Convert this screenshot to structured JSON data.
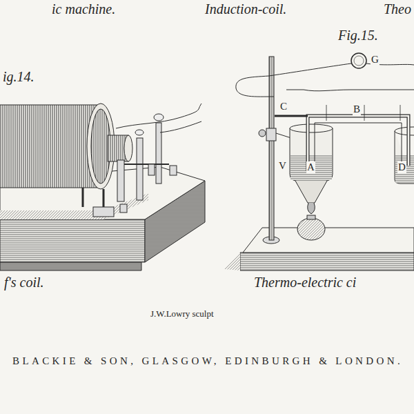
{
  "diagram": {
    "labels": [
      "ic machine.",
      "Induction-coil.",
      "Theo",
      "Fig.15.",
      "G",
      "ig.14.",
      "C",
      "B",
      "V",
      "A",
      "D",
      "f's coil.",
      "Thermo-electric ci",
      "J.W.Lowry sculpt",
      "BLACKIE & SON, GLASGOW, EDINBURGH & LONDON."
    ]
  }
}
